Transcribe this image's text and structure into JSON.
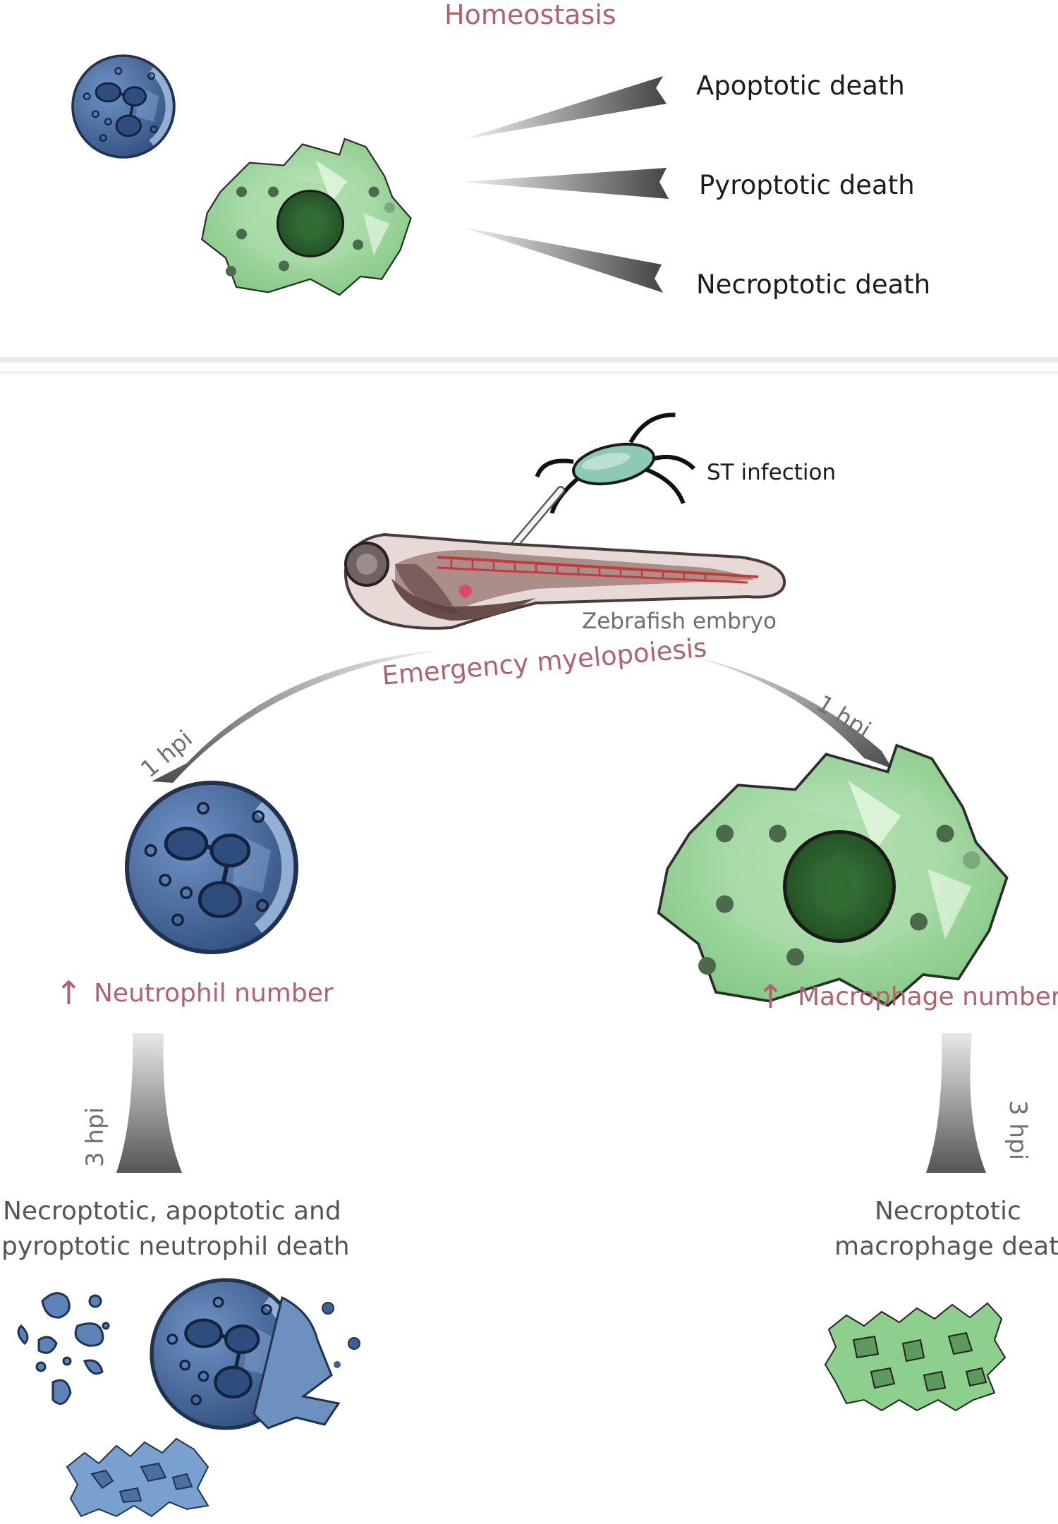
{
  "colors": {
    "accent_pink": "#b0636b",
    "neutrophil_blue": "#3e5f8f",
    "macrophage_green": "#8dcf8c",
    "arrow_grey": "#6b6b6b",
    "divider": "#e6e6e6"
  },
  "icons": {
    "neutrophil": "neutrophil-cell-icon",
    "macrophage": "macrophage-cell-icon",
    "bacterium": "bacterium-icon",
    "zebrafish": "zebrafish-embryo-icon",
    "needle": "injection-needle-icon",
    "debris": "cell-debris-icon"
  },
  "homeostasis": {
    "title": "Homeostasis",
    "deaths": [
      "Apoptotic death",
      "Pyroptotic death",
      "Necroptotic death"
    ]
  },
  "infection": {
    "st_label": "ST infection",
    "embryo_label": "Zebrafish embryo",
    "curve_label": "Emergency myelopoiesis",
    "hpi_1": "1 hpi",
    "hpi_3": "3 hpi",
    "arrow_up": "↑",
    "neutrophil_number": "Neutrophil number",
    "macrophage_number": "Macrophage number",
    "neutrophil_death_line1": "Necroptotic, apoptotic and",
    "neutrophil_death_line2": "pyroptotic neutrophil death",
    "macrophage_death_line1": "Necroptotic",
    "macrophage_death_line2": "macrophage death"
  }
}
